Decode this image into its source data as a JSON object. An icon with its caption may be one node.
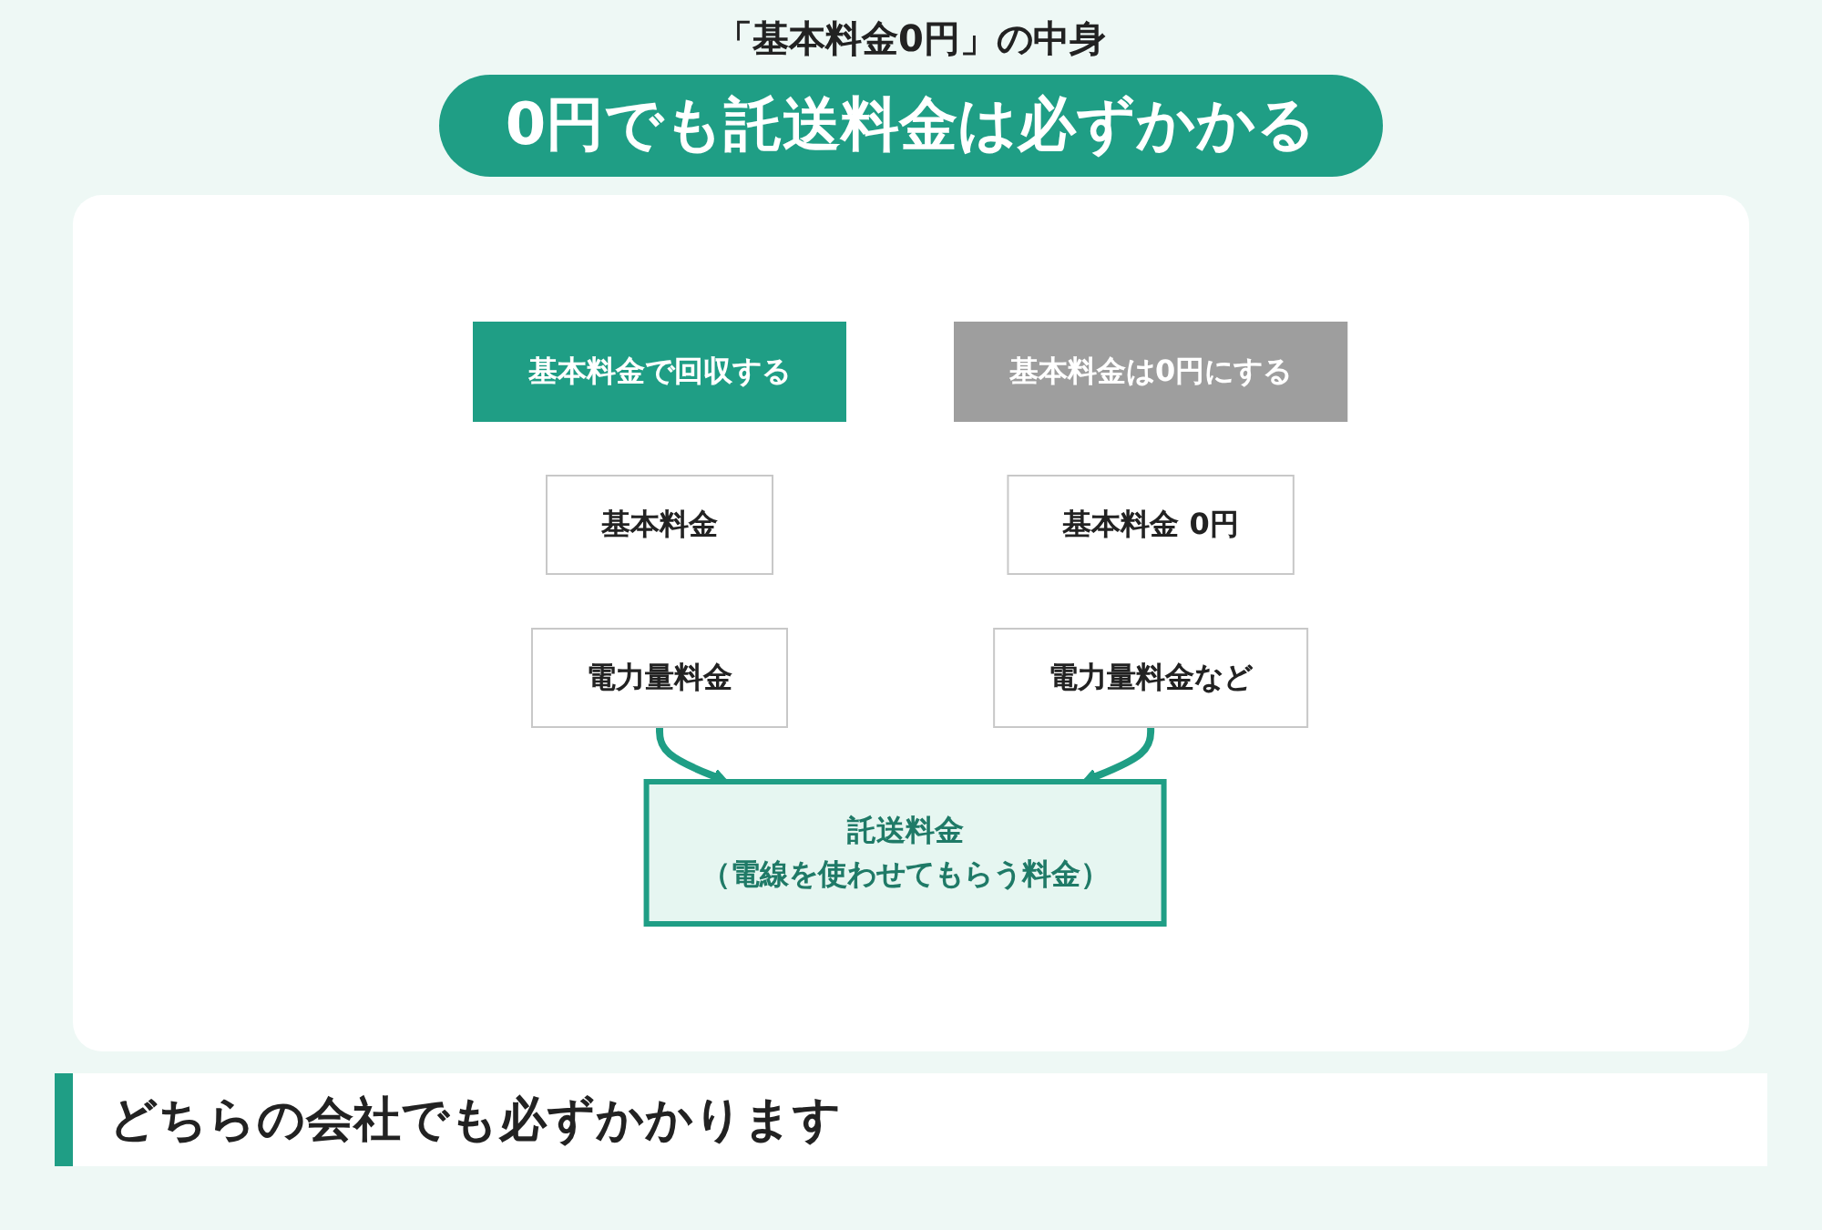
{
  "diagram": {
    "title": "0円でも託送料金は必ずかかる",
    "caption": "どちらの会社でも必ずかかります",
    "nodes": [
      {
        "text": [
          "基本料金で回収する"
        ]
      },
      {
        "text": [
          "基本料金"
        ]
      },
      {
        "text": [
          "電力量料金"
        ]
      },
      {
        "text": [
          "基本料金は0円にする"
        ]
      },
      {
        "text": [
          "基本料金 0円"
        ]
      },
      {
        "text": [
          "電力量料金など"
        ]
      },
      {
        "text": [
          "託送料金",
          "（電線を使わせてもらう料金）"
        ]
      }
    ],
    "edges": [
      {
        "from": 2,
        "to": 6,
        "arrow": "to"
      },
      {
        "from": 5,
        "to": 6,
        "arrow": "to"
      }
    ],
    "labels": [
      "「基本料金0円」の中身"
    ]
  }
}
